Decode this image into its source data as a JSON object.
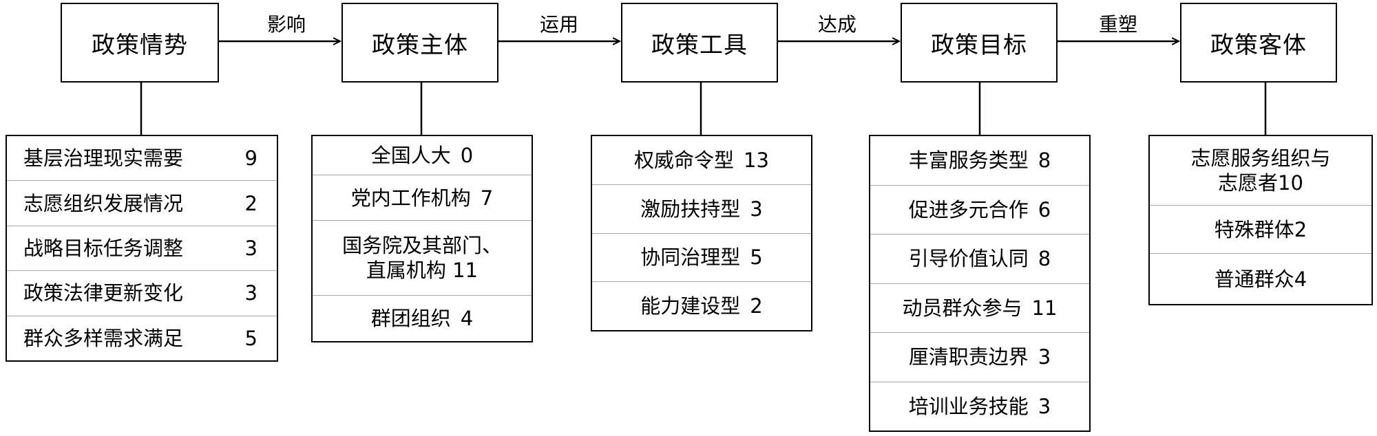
{
  "columns": [
    {
      "id": "situation",
      "title": "政策情势",
      "items": [
        {
          "label": "基层治理现实需要",
          "value": "9"
        },
        {
          "label": "志愿组织发展情况",
          "value": "2"
        },
        {
          "label": "战略目标任务调整",
          "value": "3"
        },
        {
          "label": "政策法律更新变化",
          "value": "3"
        },
        {
          "label": "群众多样需求满足",
          "value": "5"
        }
      ]
    },
    {
      "id": "subject",
      "title": "政策主体",
      "items": [
        {
          "label": "全国人大",
          "value": "0"
        },
        {
          "label": "党内工作机构",
          "value": "7"
        },
        {
          "label": "国务院及其部门、\n直属机构  11",
          "value": ""
        },
        {
          "label": "群团组织",
          "value": "4"
        }
      ]
    },
    {
      "id": "tool",
      "title": "政策工具",
      "items": [
        {
          "label": "权威命令型",
          "value": "13"
        },
        {
          "label": "激励扶持型",
          "value": "3"
        },
        {
          "label": "协同治理型",
          "value": "5"
        },
        {
          "label": "能力建设型",
          "value": "2"
        }
      ]
    },
    {
      "id": "goal",
      "title": "政策目标",
      "items": [
        {
          "label": "丰富服务类型",
          "value": "8"
        },
        {
          "label": "促进多元合作",
          "value": "6"
        },
        {
          "label": "引导价值认同",
          "value": "8"
        },
        {
          "label": "动员群众参与",
          "value": "11"
        },
        {
          "label": "厘清职责边界",
          "value": "3"
        },
        {
          "label": "培训业务技能",
          "value": "3"
        }
      ]
    },
    {
      "id": "object",
      "title": "政策客体",
      "items": [
        {
          "label": "志愿服务组织与\n志愿者10",
          "value": ""
        },
        {
          "label": "特殊群体2",
          "value": ""
        },
        {
          "label": "普通群众4",
          "value": ""
        }
      ]
    }
  ],
  "arrows": [
    "影响",
    "运用",
    "达成",
    "重塑"
  ]
}
